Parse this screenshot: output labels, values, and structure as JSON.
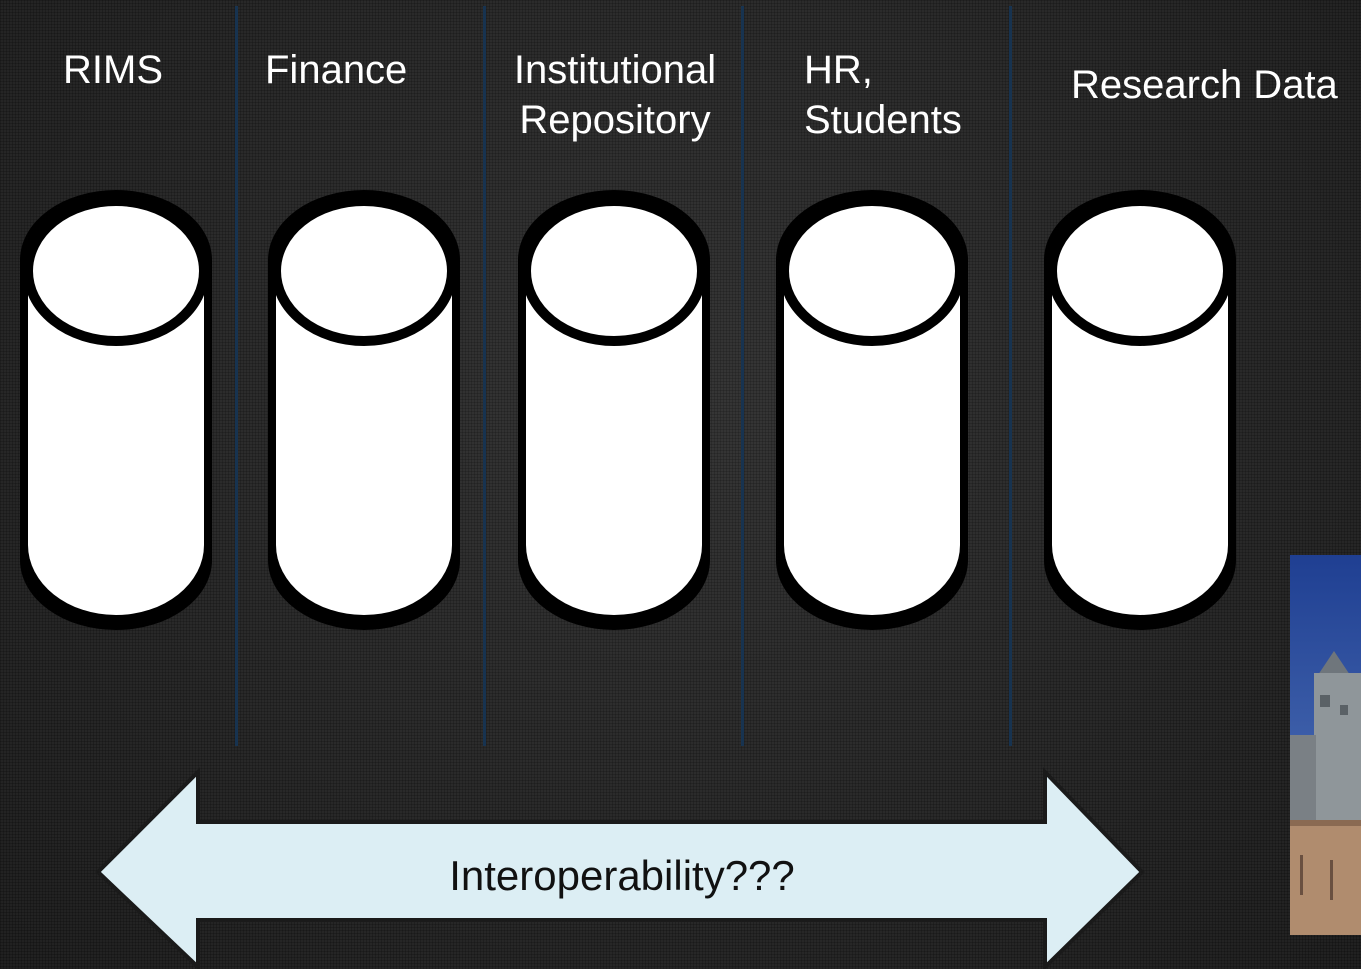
{
  "slide": {
    "columns": [
      {
        "label": "RIMS"
      },
      {
        "label": "Finance"
      },
      {
        "label": "Institutional\nRepository"
      },
      {
        "label": "HR,\nStudents"
      },
      {
        "label": "Research Data"
      }
    ],
    "arrow_label": "Interoperability???",
    "colors": {
      "background": "#2b2b2b",
      "divider": "#173350",
      "cylinder_fill": "#ffffff",
      "cylinder_stroke": "#000000",
      "arrow_fill": "#dceef4",
      "arrow_text": "#111111"
    },
    "photo": {
      "icon": "grain-silo-photo"
    }
  }
}
